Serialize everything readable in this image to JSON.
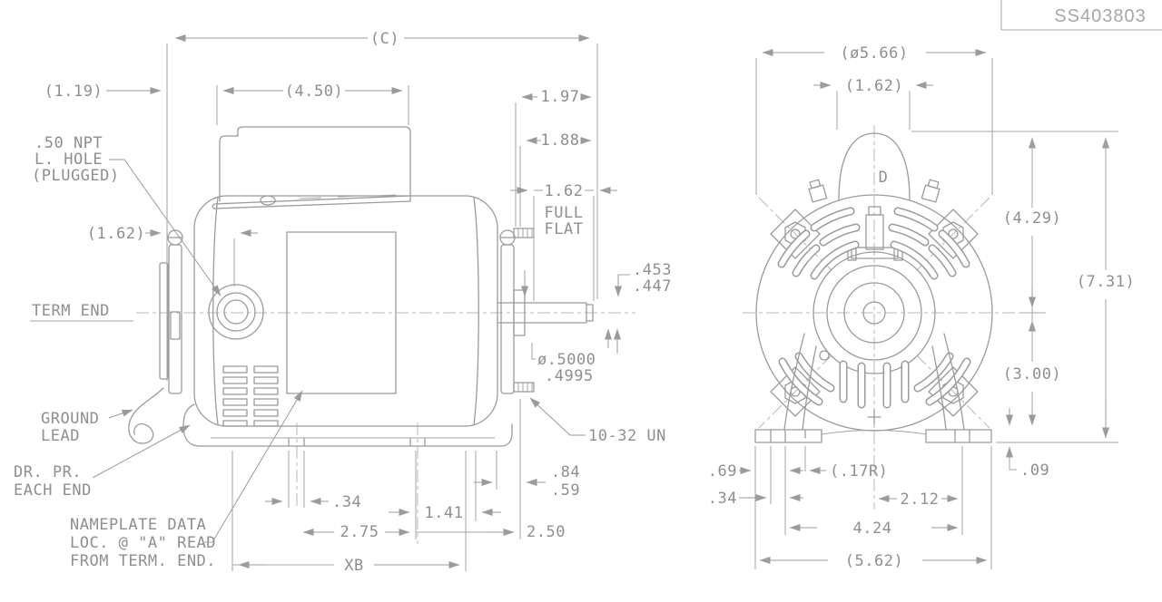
{
  "title_block": {
    "number": "SS403803"
  },
  "side_view": {
    "view_label": "TERM END",
    "annotations": {
      "npt_hole": [
        ".50 NPT",
        "L. HOLE",
        "(PLUGGED)"
      ],
      "ground_lead": [
        "GROUND",
        "LEAD"
      ],
      "drain_plug": [
        "DR. PR.",
        "EACH END"
      ],
      "nameplate": [
        "NAMEPLATE DATA",
        "LOC. @ \"A\" READ",
        "FROM TERM. END."
      ],
      "shaft_thread": "10-32 UN"
    },
    "dims": {
      "overall": "(C)",
      "box_offset": "(1.19)",
      "box_width": "(4.50)",
      "rear_197": "1.97",
      "rear_188": "1.88",
      "flat_length": "1.62",
      "flat_word1": "FULL",
      "flat_word2": "FLAT",
      "hole_offset": "(1.62)",
      "flat_453": ".453",
      "flat_447": ".447",
      "shaft_dia_max": "ø.5000",
      "shaft_dia_min": ".4995",
      "base_84": ".84",
      "base_59": ".59",
      "slot_34": ".34",
      "slot_141": "1.41",
      "slot_275": "2.75",
      "base_250": "2.50",
      "xb": "XB"
    }
  },
  "end_view": {
    "conduit_label": "D",
    "dims": {
      "frame_dia": "(ø5.66)",
      "conduit_width": "(1.62)",
      "center_height_top": "(4.29)",
      "overall_height": "(7.31)",
      "center_height_bottom": "(3.00)",
      "pad_thickness": ".09",
      "foot_69": ".69",
      "foot_34": ".34",
      "slot_radius": "(.17R)",
      "foot_212": "2.12",
      "foot_424": "4.24",
      "foot_562": "(5.62)"
    }
  }
}
